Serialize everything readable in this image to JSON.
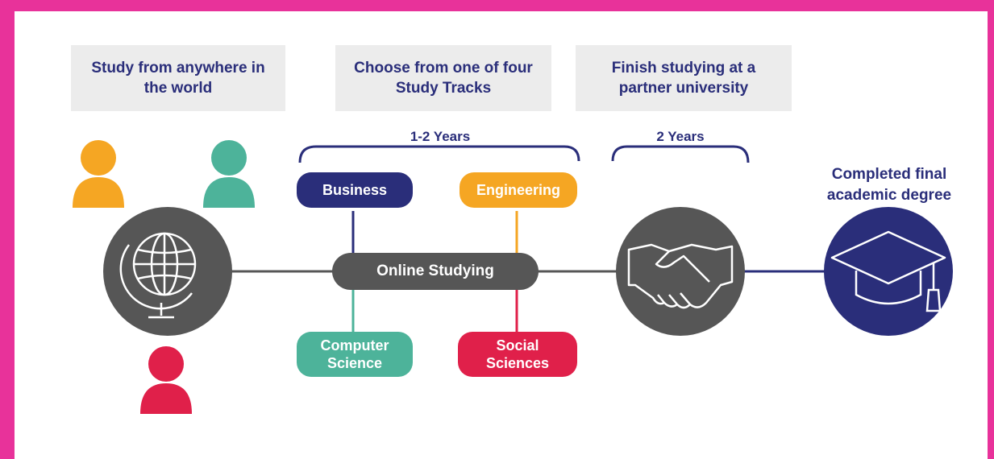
{
  "headers": [
    {
      "id": "anywhere",
      "text": "Study from anywhere in\nthe world"
    },
    {
      "id": "tracks",
      "text": "Choose from one of four\nStudy Tracks"
    },
    {
      "id": "partner",
      "text": "Finish studying at a\npartner university"
    }
  ],
  "durations": {
    "first": "1-2 Years",
    "second": "2 Years"
  },
  "tracks": {
    "business": "Business",
    "engineering": "Engineering",
    "computer_science": "Computer\nScience",
    "social_sciences": "Social\nSciences"
  },
  "center_label": "Online Studying",
  "outcome": "Completed final\nacademic degree",
  "colors": {
    "frame": "#e8329a",
    "navy": "#2a2e7a",
    "orange": "#f5a623",
    "teal": "#4db39a",
    "red": "#e0204a",
    "gray": "#565656",
    "header_bg": "#ececec"
  },
  "icons": [
    "person-icon",
    "globe-icon",
    "handshake-icon",
    "graduation-cap-icon"
  ]
}
